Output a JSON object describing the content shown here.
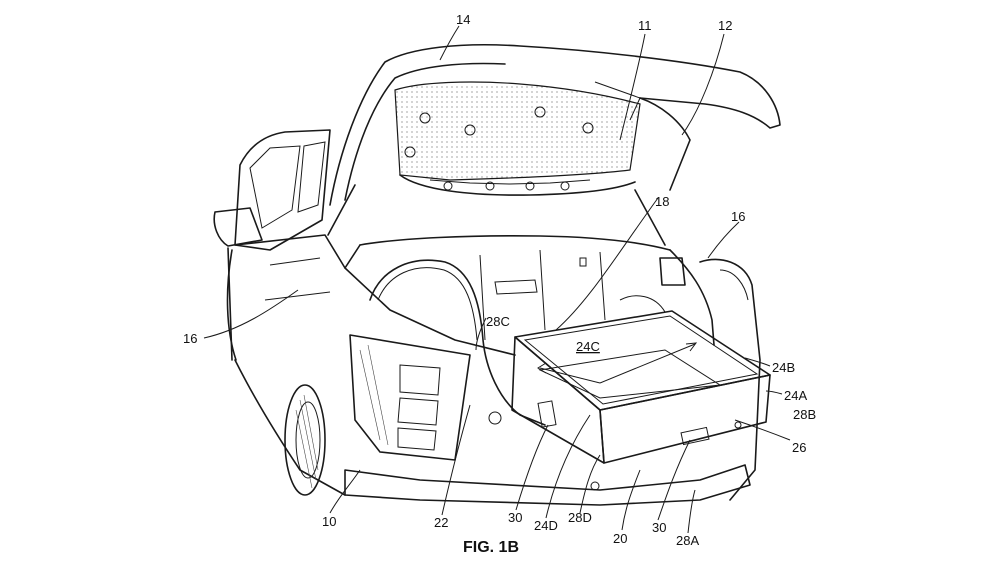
{
  "figure": {
    "caption": "FIG. 1B",
    "labels": {
      "l14": "14",
      "l11": "11",
      "l12": "12",
      "l18": "18",
      "l16_right": "16",
      "l16_left": "16",
      "l28C": "28C",
      "l24C": "24C",
      "l24B": "24B",
      "l24A": "24A",
      "l28B": "28B",
      "l26": "26",
      "l10": "10",
      "l22": "22",
      "l30_left": "30",
      "l24D": "24D",
      "l28D": "28D",
      "l20": "20",
      "l30_right": "30",
      "l28A": "28A"
    }
  }
}
